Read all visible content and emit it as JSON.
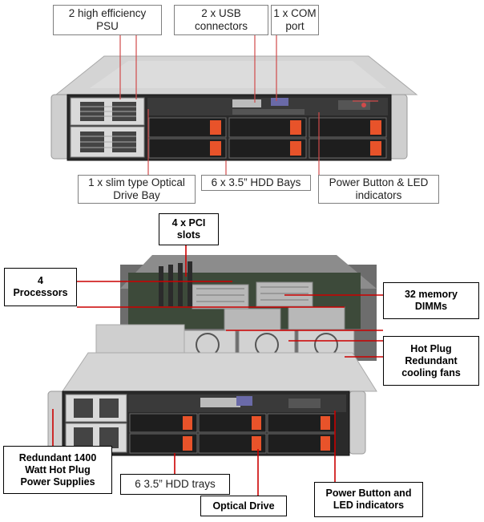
{
  "labels": {
    "psu_top": "2 high efficiency\nPSU",
    "usb": "2 x USB\nconnectors",
    "com": "1 x COM\nport",
    "optical_top": "1 x slim type Optical\nDrive Bay",
    "hdd_top": "6 x 3.5” HDD Bays",
    "power_top": "Power Button & LED\nindicators",
    "pci": "4 x PCI\nslots",
    "processors": "4\nProcessors",
    "memory": "32 memory\nDIMMs",
    "fans": "Hot Plug\nRedundant\ncooling  fans",
    "psu_bottom": "Redundant 1400\nWatt Hot Plug\nPower Supplies",
    "hdd_bottom": "6 3.5” HDD trays",
    "optical_bottom": "Optical Drive",
    "power_bottom": "Power Button and\nLED indicators"
  },
  "colors": {
    "leader_top": "#d04a4a",
    "leader_bottom": "#cc0000",
    "drive_latch": "#e8532a",
    "chassis": "#c9c9c9"
  }
}
